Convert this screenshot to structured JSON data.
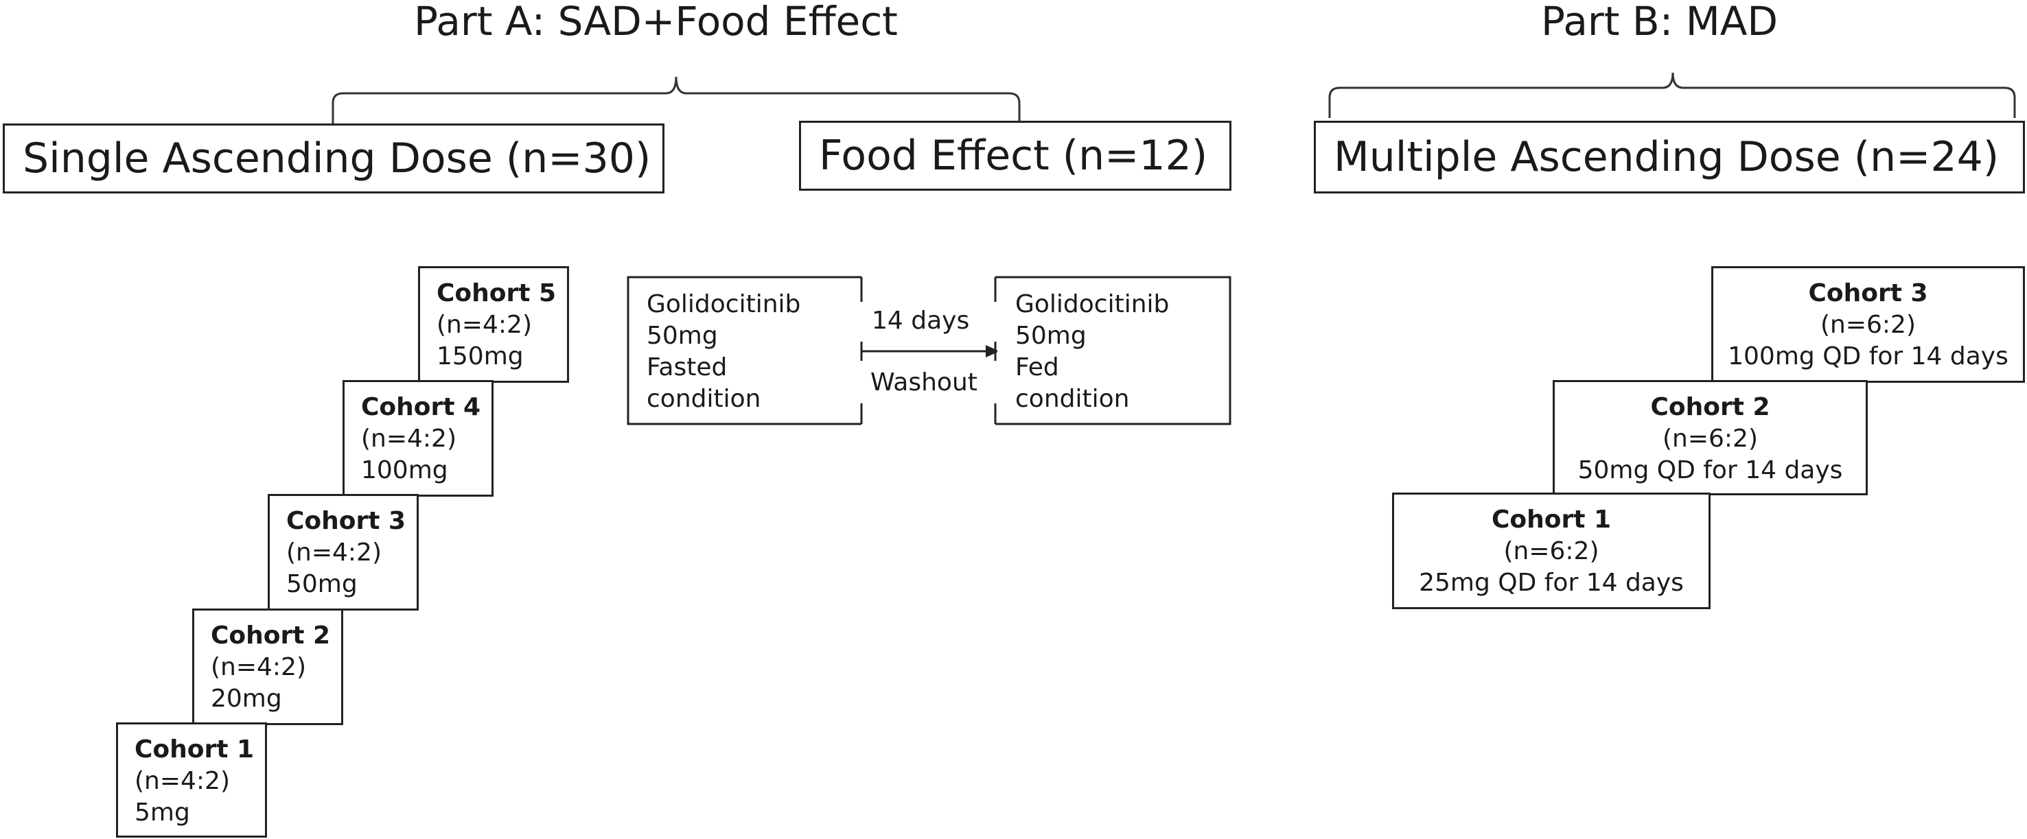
{
  "part_a": {
    "title": "Part A: SAD+Food Effect",
    "sad_header": "Single Ascending Dose (n=30)",
    "food_header": "Food Effect (n=12)",
    "sad_cohorts": [
      {
        "name": "Cohort 1",
        "n": "(n=4:2)",
        "dose": "5mg"
      },
      {
        "name": "Cohort 2",
        "n": "(n=4:2)",
        "dose": "20mg"
      },
      {
        "name": "Cohort 3",
        "n": "(n=4:2)",
        "dose": "50mg"
      },
      {
        "name": "Cohort 4",
        "n": "(n=4:2)",
        "dose": "100mg"
      },
      {
        "name": "Cohort 5",
        "n": "(n=4:2)",
        "dose": "150mg"
      }
    ],
    "food_effect": {
      "fasted": {
        "drug": "Golidocitinib",
        "dose": "50mg",
        "cond1": "Fasted",
        "cond2": "condition"
      },
      "fed": {
        "drug": "Golidocitinib",
        "dose": "50mg",
        "cond1": "Fed",
        "cond2": "condition"
      },
      "interval": "14 days",
      "washout": "Washout"
    }
  },
  "part_b": {
    "title": "Part B: MAD",
    "mad_header": "Multiple Ascending Dose (n=24)",
    "mad_cohorts": [
      {
        "name": "Cohort 1",
        "n": "(n=6:2)",
        "dose": "25mg QD for 14 days"
      },
      {
        "name": "Cohort 2",
        "n": "(n=6:2)",
        "dose": "50mg QD for 14 days"
      },
      {
        "name": "Cohort 3",
        "n": "(n=6:2)",
        "dose": "100mg QD for 14 days"
      }
    ]
  }
}
